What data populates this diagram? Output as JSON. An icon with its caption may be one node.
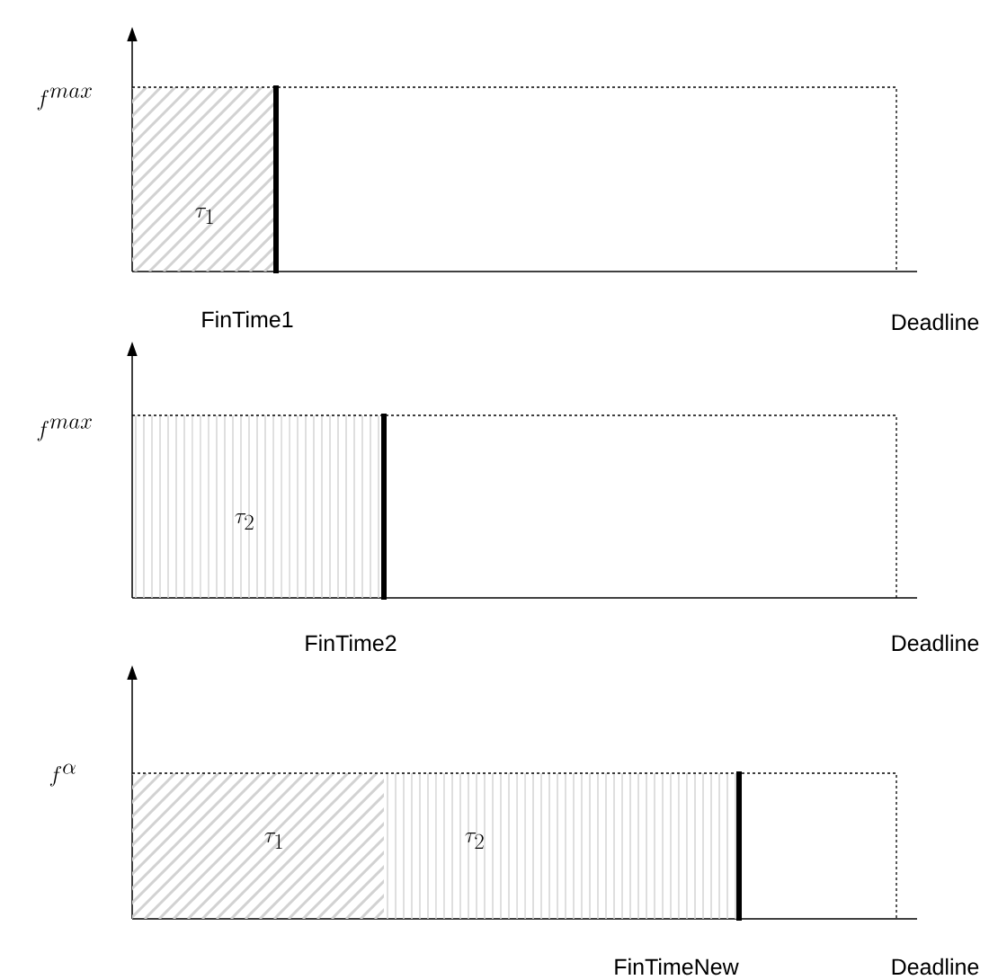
{
  "diagram": {
    "nodes": [
      {
        "text": [
          "\\tau_1"
        ]
      },
      {
        "text": [
          "\\tau_2"
        ]
      },
      {
        "text": [
          "\\tau_1"
        ]
      },
      {
        "text": [
          "\\tau_2"
        ]
      }
    ],
    "labels": [
      "f^{max}",
      "FinTime1",
      "Deadline",
      "f^{max}",
      "FinTime2",
      "Deadline",
      "f^{\\alpha}",
      "FinTimeNew",
      "Deadline"
    ]
  }
}
